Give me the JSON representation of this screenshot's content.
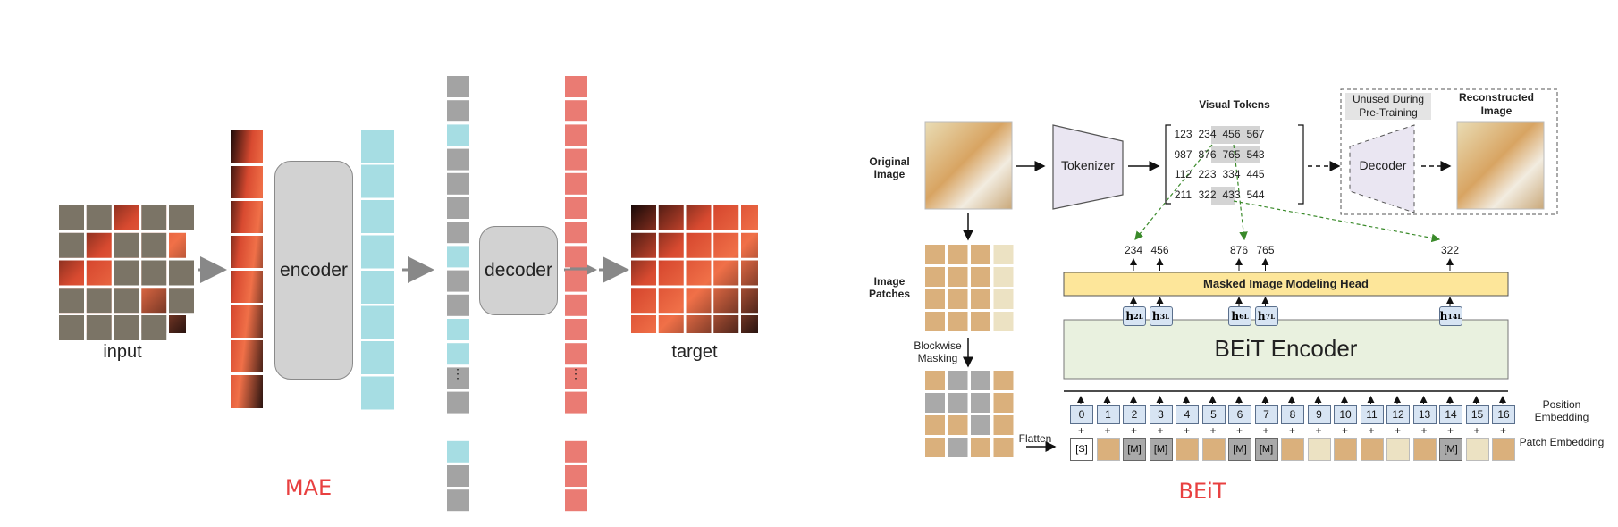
{
  "mae": {
    "input_label": "input",
    "encoder_label": "encoder",
    "decoder_label": "decoder",
    "target_label": "target",
    "ellipsis": "⋮",
    "caption": "MAE"
  },
  "beit": {
    "original_image_label": "Original Image",
    "image_patches_label": "Image Patches",
    "blockwise_masking_label": "Blockwise Masking",
    "flatten_label": "Flatten",
    "tokenizer_label": "Tokenizer",
    "visual_tokens_title": "Visual Tokens",
    "visual_tokens": [
      [
        "123",
        "234",
        "456",
        "567"
      ],
      [
        "987",
        "876",
        "765",
        "543"
      ],
      [
        "112",
        "223",
        "334",
        "445"
      ],
      [
        "211",
        "322",
        "433",
        "544"
      ]
    ],
    "unused_label": "Unused During Pre-Training",
    "decoder_label": "Decoder",
    "reconstructed_label": "Reconstructed Image",
    "predicted_tokens": [
      "234",
      "456",
      "876",
      "765",
      "322"
    ],
    "mim_head_label": "Masked Image Modeling Head",
    "encoder_label": "BEiT Encoder",
    "hidden_states": [
      "2",
      "3",
      "6",
      "7",
      "14"
    ],
    "hidden_superscript": "L",
    "positions": [
      "0",
      "1",
      "2",
      "3",
      "4",
      "5",
      "6",
      "7",
      "8",
      "9",
      "10",
      "11",
      "12",
      "13",
      "14",
      "15",
      "16"
    ],
    "plus": "+",
    "cls_token": "[S]",
    "mask_token": "[M]",
    "position_embedding_label": "Position Embedding",
    "patch_embedding_label": "Patch Embedding",
    "caption": "BEiT"
  }
}
